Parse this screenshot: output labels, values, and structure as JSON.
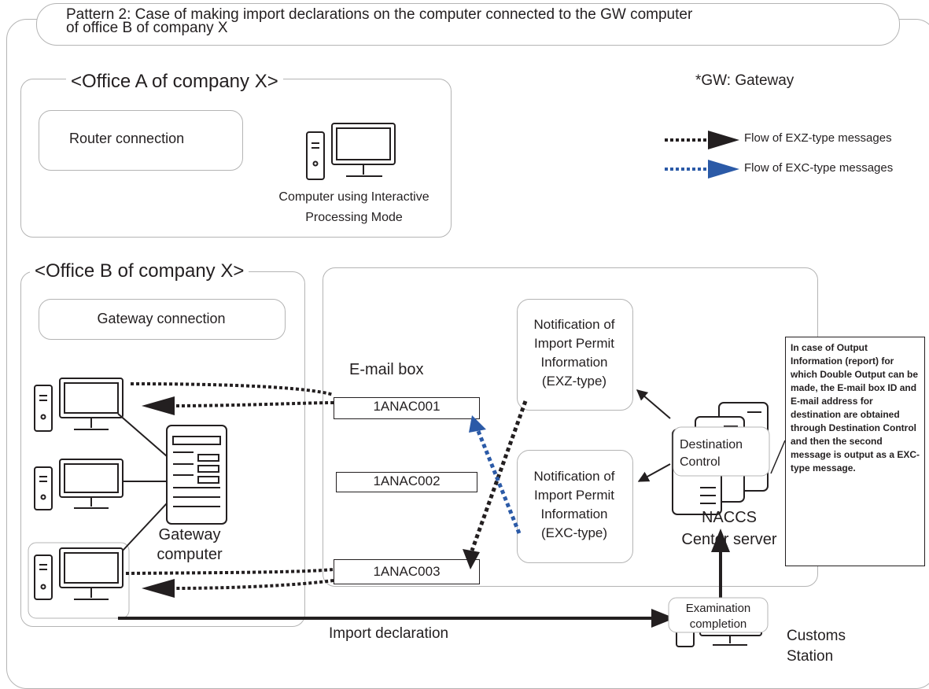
{
  "title": "Pattern 2: Case of making import declarations on the computer connected to the GW computer\nof office B of company X",
  "gw_note": "*GW: Gateway",
  "legend": {
    "exz": "Flow of EXZ-type messages",
    "exc": "Flow of EXC-type messages",
    "exz_color": "#231f20",
    "exc_color": "#2b5aa7"
  },
  "office_a": {
    "title": "<Office A of company X>",
    "router": "Router connection",
    "computer_label": "Computer using Interactive\nProcessing Mode"
  },
  "office_b": {
    "title": "<Office B of company X>",
    "gateway_connection": "Gateway connection",
    "gateway_computer": "Gateway\ncomputer"
  },
  "email": {
    "title": "E-mail box",
    "boxes": [
      "1ANAC001",
      "1ANAC002",
      "1ANAC003"
    ]
  },
  "notifications": {
    "exz": "Notification of\nImport Permit\nInformation\n(EXZ-type)",
    "exc": "Notification of\nImport Permit\nInformation\n(EXC-type)"
  },
  "naccs": {
    "destination_control": "Destination\nControl",
    "server": "NACCS\nCenter server"
  },
  "callout": "In case of Output Information  (report) for which Double Output can be made, the E-mail box ID and E-mail address for destination are obtained through Destination Control and then the second message is output as a EXC-type message.",
  "import_declaration": "Import declaration",
  "customs": {
    "exam": "Examination\ncompletion",
    "station": "Customs\nStation"
  }
}
